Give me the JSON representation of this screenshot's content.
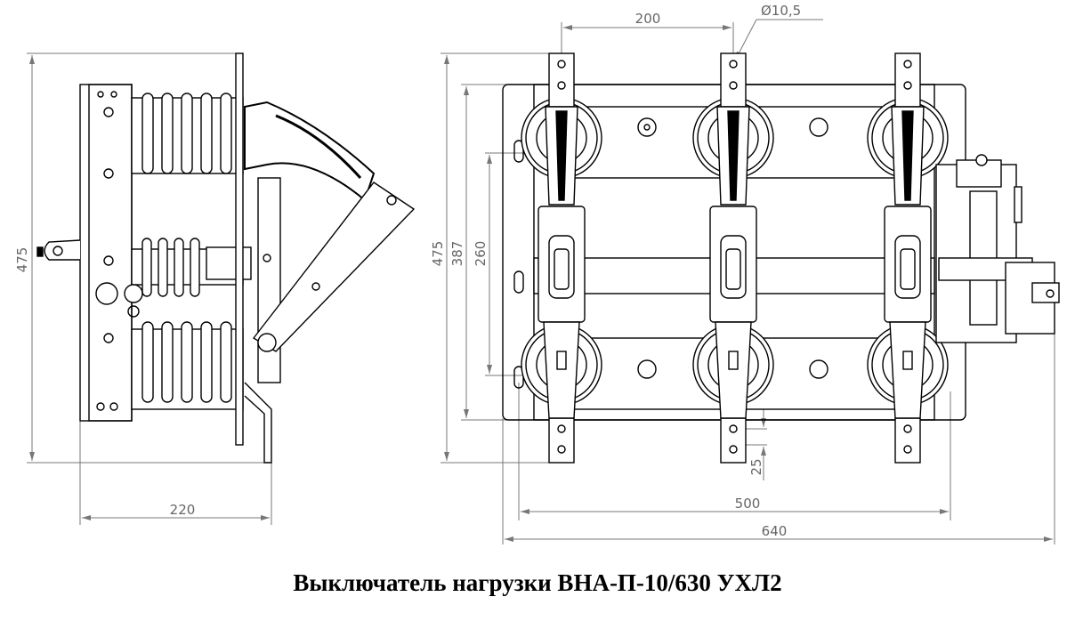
{
  "title": "Выключатель нагрузки ВНА-П-10/630 УХЛ2",
  "side_view": {
    "dim_height": "475",
    "dim_depth": "220"
  },
  "front_view": {
    "dim_height_total": "475",
    "dim_height_frame": "387",
    "dim_height_mount": "260",
    "dim_phase_pitch": "200",
    "dim_hole_diameter": "Ø10,5",
    "dim_hole_spacing": "25",
    "dim_mount_width": "500",
    "dim_total_width": "640"
  },
  "colors": {
    "line": "#000000",
    "dimension": "#777777"
  }
}
